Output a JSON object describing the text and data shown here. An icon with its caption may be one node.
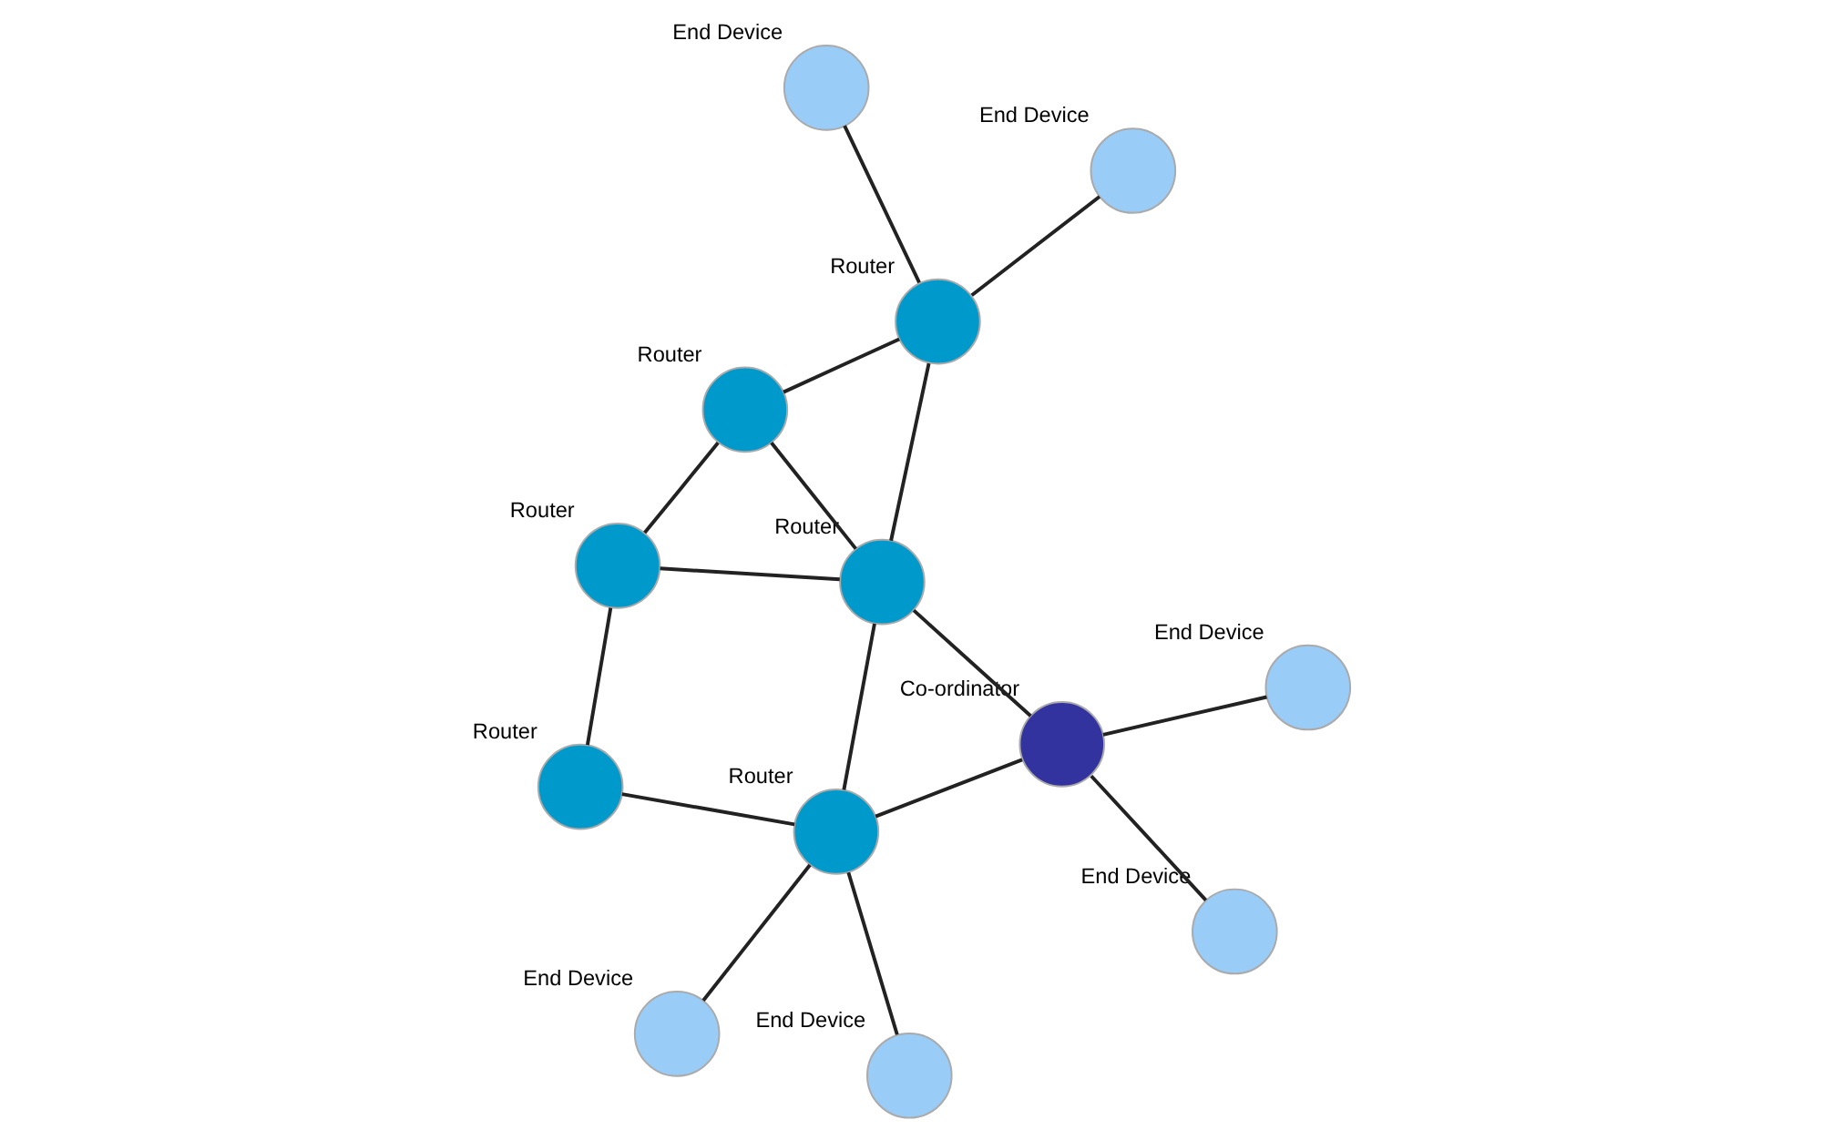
{
  "diagram": {
    "nodes": [
      {
        "text": [],
        "shape": "circle",
        "beside": [
          "Co-ordinator"
        ]
      },
      {
        "text": [],
        "shape": "circle",
        "beside": [
          "End Device"
        ]
      },
      {
        "text": [],
        "shape": "circle",
        "beside": [
          "End Device"
        ]
      },
      {
        "text": [],
        "shape": "circle",
        "beside": [
          "Router"
        ]
      },
      {
        "text": [],
        "shape": "circle",
        "beside": [
          "Router"
        ]
      },
      {
        "text": [],
        "shape": "circle",
        "beside": [
          "End Device"
        ]
      },
      {
        "text": [],
        "shape": "circle",
        "beside": [
          "Router"
        ]
      },
      {
        "text": [],
        "shape": "circle",
        "beside": [
          "End Device"
        ]
      },
      {
        "text": [],
        "shape": "circle",
        "beside": [
          "End Device"
        ]
      },
      {
        "text": [],
        "shape": "circle",
        "beside": [
          "Router"
        ]
      },
      {
        "text": [],
        "shape": "circle",
        "beside": [
          "Router"
        ]
      },
      {
        "text": [],
        "shape": "circle",
        "beside": [
          "Router"
        ]
      },
      {
        "text": [],
        "shape": "circle",
        "beside": [
          "End Device"
        ]
      }
    ],
    "edges": [
      {
        "from": 0,
        "to": 1,
        "arrow": "none"
      },
      {
        "from": 0,
        "to": 2,
        "arrow": "none"
      },
      {
        "from": 0,
        "to": 3,
        "arrow": "none"
      },
      {
        "from": 0,
        "to": 4,
        "arrow": "none"
      },
      {
        "from": 3,
        "to": 4,
        "arrow": "none"
      },
      {
        "from": 3,
        "to": 6,
        "arrow": "none"
      },
      {
        "from": 3,
        "to": 9,
        "arrow": "none"
      },
      {
        "from": 3,
        "to": 10,
        "arrow": "none"
      },
      {
        "from": 5,
        "to": 6,
        "arrow": "none"
      },
      {
        "from": 6,
        "to": 9,
        "arrow": "none"
      },
      {
        "from": 6,
        "to": 12,
        "arrow": "none"
      },
      {
        "from": 9,
        "to": 10,
        "arrow": "none"
      },
      {
        "from": 10,
        "to": 11,
        "arrow": "none"
      },
      {
        "from": 4,
        "to": 8,
        "arrow": "none"
      },
      {
        "from": 4,
        "to": 7,
        "arrow": "none"
      },
      {
        "from": 4,
        "to": 11,
        "arrow": "none"
      }
    ]
  }
}
